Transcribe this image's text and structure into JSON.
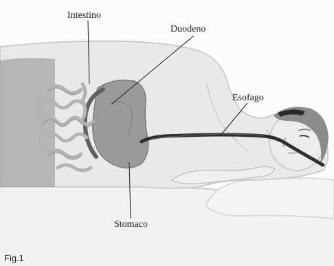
{
  "figure": {
    "caption": "Fig.1",
    "labels": {
      "intestine": "Intestino",
      "duodenum": "Duodeno",
      "esophagus": "Esofago",
      "stomach": "Stomaco"
    }
  },
  "colors": {
    "background": "#f6f6f4",
    "skin": "#e6e6e4",
    "skin_shadow": "#c9c9c7",
    "organ": "#9c9c9a",
    "organ_dark": "#6f6f6d",
    "intestine": "#b9b9b7",
    "tube": "#2e2e2e",
    "line": "#1c1c1c"
  }
}
